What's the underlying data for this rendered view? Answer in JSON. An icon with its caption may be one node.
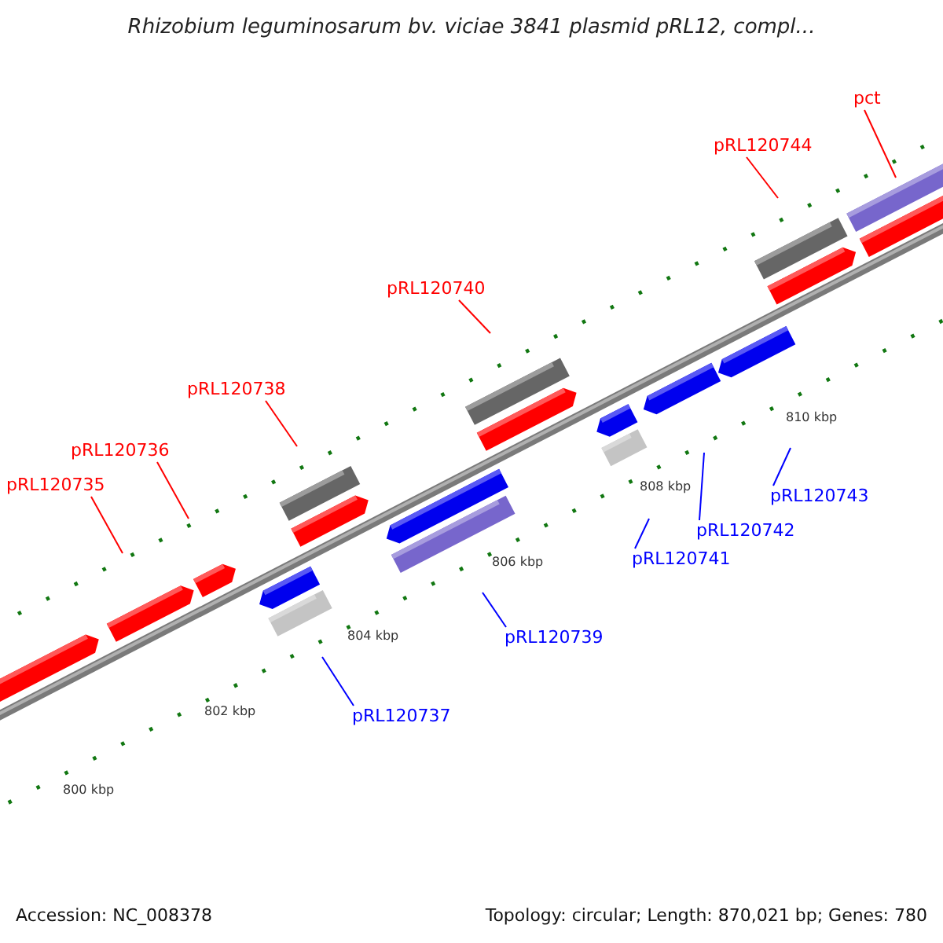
{
  "diagram": {
    "title": "Rhizobium leguminosarum bv. viciae 3841 plasmid pRL12, compl...",
    "nodes": [
      {
        "text": [
          "pct"
        ]
      },
      {
        "text": [
          "pRL120744"
        ]
      },
      {
        "text": [
          "pRL120740"
        ]
      },
      {
        "text": [
          "pRL120738"
        ]
      },
      {
        "text": [
          "pRL120736"
        ]
      },
      {
        "text": [
          "pRL120735"
        ]
      },
      {
        "text": [
          "pRL120743"
        ]
      },
      {
        "text": [
          "pRL120742"
        ]
      },
      {
        "text": [
          "pRL120741"
        ]
      },
      {
        "text": [
          "pRL120739"
        ]
      },
      {
        "text": [
          "pRL120737"
        ]
      }
    ],
    "edges": [
      {
        "from": 0,
        "to": null,
        "arrow": "none",
        "color": "#ff0000"
      },
      {
        "from": 1,
        "to": null,
        "arrow": "none",
        "color": "#ff0000"
      },
      {
        "from": 2,
        "to": null,
        "arrow": "none",
        "color": "#ff0000"
      },
      {
        "from": 3,
        "to": null,
        "arrow": "none",
        "color": "#ff0000"
      },
      {
        "from": 4,
        "to": null,
        "arrow": "none",
        "color": "#ff0000"
      },
      {
        "from": 5,
        "to": null,
        "arrow": "none",
        "color": "#ff0000"
      },
      {
        "from": 6,
        "to": null,
        "arrow": "none",
        "color": "#0000ff"
      },
      {
        "from": 7,
        "to": null,
        "arrow": "none",
        "color": "#0000ff"
      },
      {
        "from": 8,
        "to": null,
        "arrow": "none",
        "color": "#0000ff"
      },
      {
        "from": 9,
        "to": null,
        "arrow": "none",
        "color": "#0000ff"
      },
      {
        "from": 10,
        "to": null,
        "arrow": "none",
        "color": "#0000ff"
      }
    ],
    "labels": [
      "810 kbp",
      "808 kbp",
      "806 kbp",
      "804 kbp",
      "802 kbp",
      "800 kbp",
      "Accession: NC_008378",
      "Topology: circular; Length: 870,021 bp; Genes: 780"
    ]
  }
}
